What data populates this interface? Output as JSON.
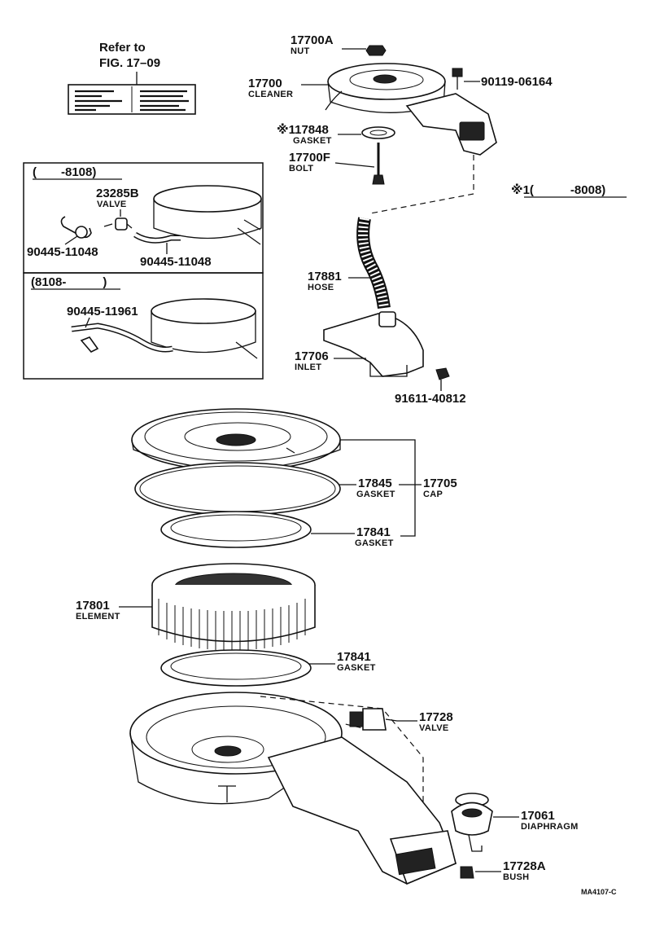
{
  "refer": {
    "line1": "Refer to",
    "line2": "FIG. 17–09"
  },
  "box_top": {
    "range": "(  -8108)"
  },
  "box_bottom": {
    "range": "(8108-   )"
  },
  "note1": "※1(   -8008)",
  "drawing_code": "MA4107-C",
  "labels": {
    "p17700A": {
      "num": "17700A",
      "name": "NUT"
    },
    "p17700": {
      "num": "17700",
      "name": "CLEANER"
    },
    "p9011906164": {
      "num": "90119-06164"
    },
    "p17848": {
      "num": "※117848",
      "name": "GASKET"
    },
    "p17700F": {
      "num": "17700F",
      "name": "BOLT"
    },
    "p23285B": {
      "num": "23285B",
      "name": "VALVE"
    },
    "p9044511048a": {
      "num": "90445-11048"
    },
    "p9044511048b": {
      "num": "90445-11048"
    },
    "p9044511961": {
      "num": "90445-11961"
    },
    "p17881": {
      "num": "17881",
      "name": "HOSE"
    },
    "p17706": {
      "num": "17706",
      "name": "INLET"
    },
    "p9161140812": {
      "num": "91611-40812"
    },
    "p17845": {
      "num": "17845",
      "name": "GASKET"
    },
    "p17705": {
      "num": "17705",
      "name": "CAP"
    },
    "p17841a": {
      "num": "17841",
      "name": "GASKET"
    },
    "p17801": {
      "num": "17801",
      "name": "ELEMENT"
    },
    "p17841b": {
      "num": "17841",
      "name": "GASKET"
    },
    "p17728": {
      "num": "17728",
      "name": "VALVE"
    },
    "p17061": {
      "num": "17061",
      "name": "DIAPHRAGM"
    },
    "p17728A": {
      "num": "17728A",
      "name": "BUSH"
    }
  }
}
